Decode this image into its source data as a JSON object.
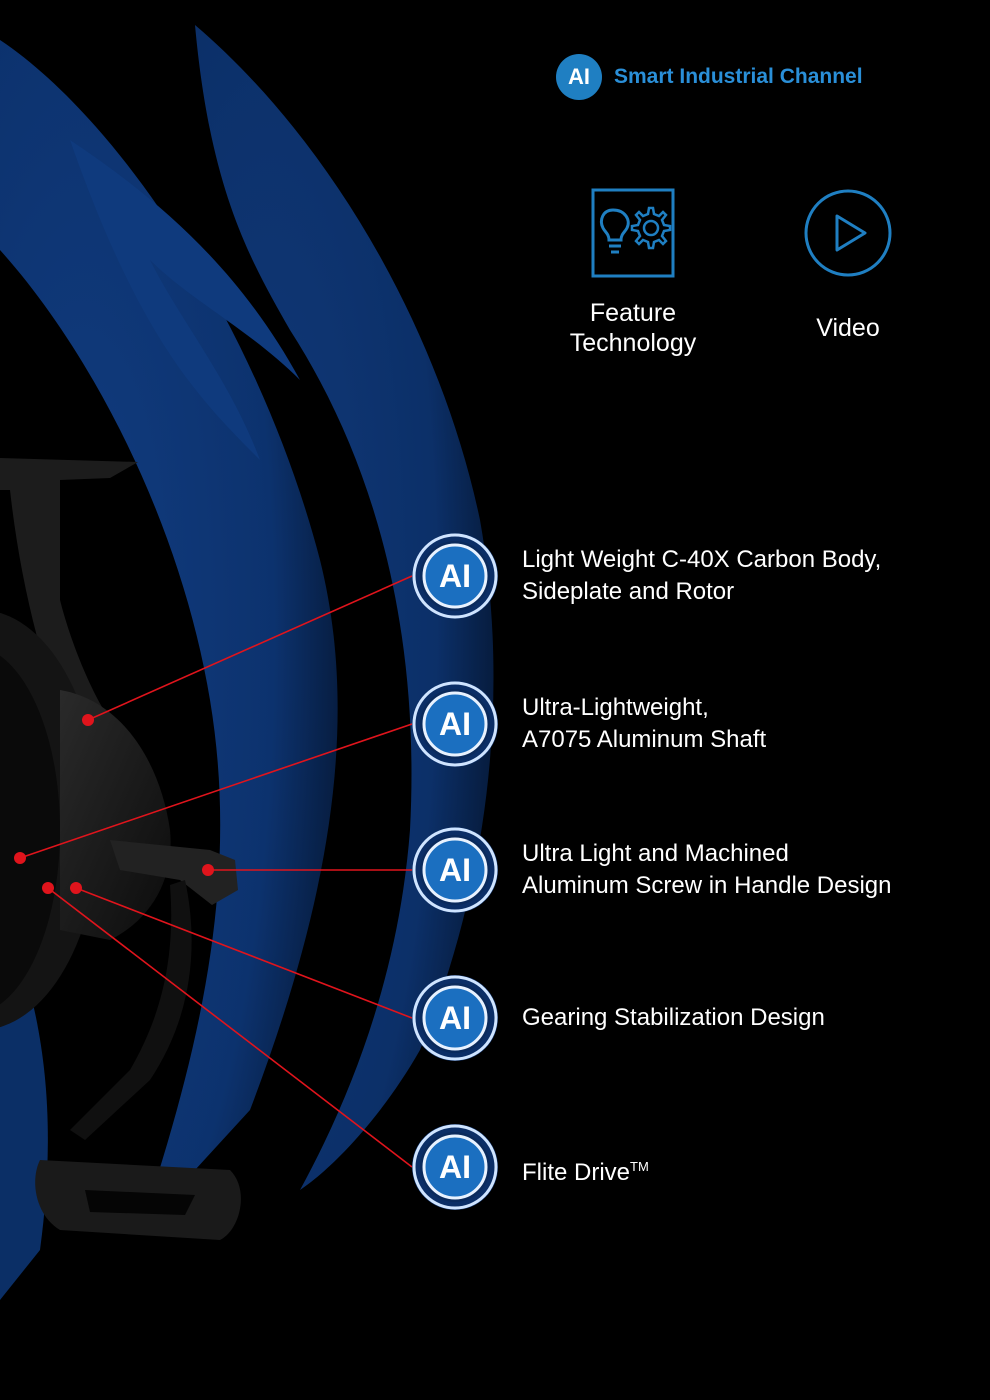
{
  "brand": {
    "badge_text": "AI",
    "name": "Smart Industrial Channel",
    "color": "#2a8fd8"
  },
  "nav": {
    "feature_line1": "Feature",
    "feature_line2": "Technology",
    "feature_icon": "bulb-gear-icon",
    "video_label": "Video",
    "video_icon": "play-circle-icon"
  },
  "features": [
    {
      "badge": "AI",
      "line1": "Light Weight C-40X Carbon Body,",
      "line2": "Sideplate and Rotor"
    },
    {
      "badge": "AI",
      "line1": "Ultra-Lightweight,",
      "line2": "A7075 Aluminum Shaft"
    },
    {
      "badge": "AI",
      "line1": "Ultra Light and Machined",
      "line2": "Aluminum Screw in Handle Design"
    },
    {
      "badge": "AI",
      "line1": "Gearing Stabilization Design",
      "line2": ""
    },
    {
      "badge": "AI",
      "line1": "Flite Drive",
      "sup": "TM"
    }
  ],
  "colors": {
    "background": "#000000",
    "accent_blue": "#0d3a7a",
    "badge_blue": "#1f7fc2",
    "callout_red": "#e0141c"
  }
}
